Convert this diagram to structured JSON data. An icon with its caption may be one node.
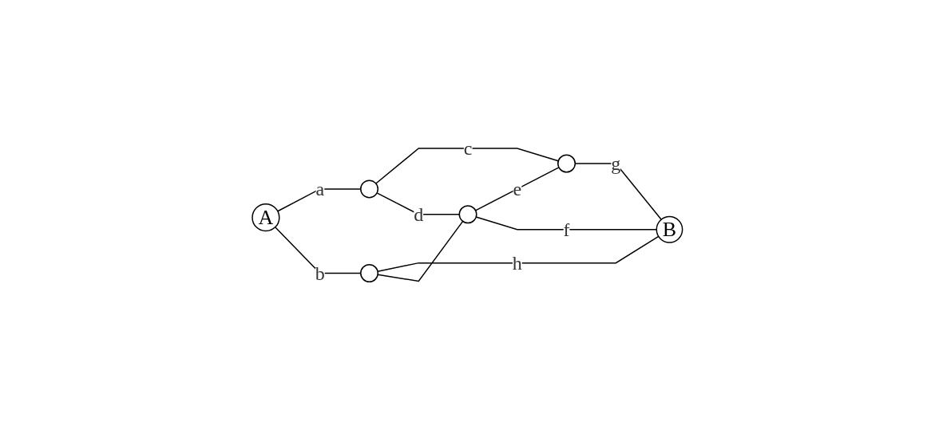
{
  "diagram": {
    "nodes": [
      {
        "text": [
          "A"
        ]
      },
      {
        "text": [],
        "shape": "circle"
      },
      {
        "text": [],
        "shape": "circle"
      },
      {
        "text": [],
        "shape": "circle"
      },
      {
        "text": [],
        "shape": "circle"
      },
      {
        "text": [
          "B"
        ]
      }
    ],
    "edges": [
      {
        "from": 0,
        "to": 1,
        "arrow": "none",
        "label": "a"
      },
      {
        "from": 0,
        "to": 2,
        "arrow": "none",
        "label": "b"
      },
      {
        "from": 1,
        "to": 4,
        "arrow": "none",
        "label": "c"
      },
      {
        "from": 1,
        "to": 3,
        "arrow": "none",
        "label": "d"
      },
      {
        "from": 3,
        "to": 4,
        "arrow": "none",
        "label": "e"
      },
      {
        "from": 3,
        "to": 5,
        "arrow": "none",
        "label": "f"
      },
      {
        "from": 4,
        "to": 5,
        "arrow": "none",
        "label": "g"
      },
      {
        "from": 2,
        "to": 5,
        "arrow": "none",
        "label": "h"
      },
      {
        "from": 2,
        "to": 3,
        "arrow": "none"
      }
    ]
  }
}
